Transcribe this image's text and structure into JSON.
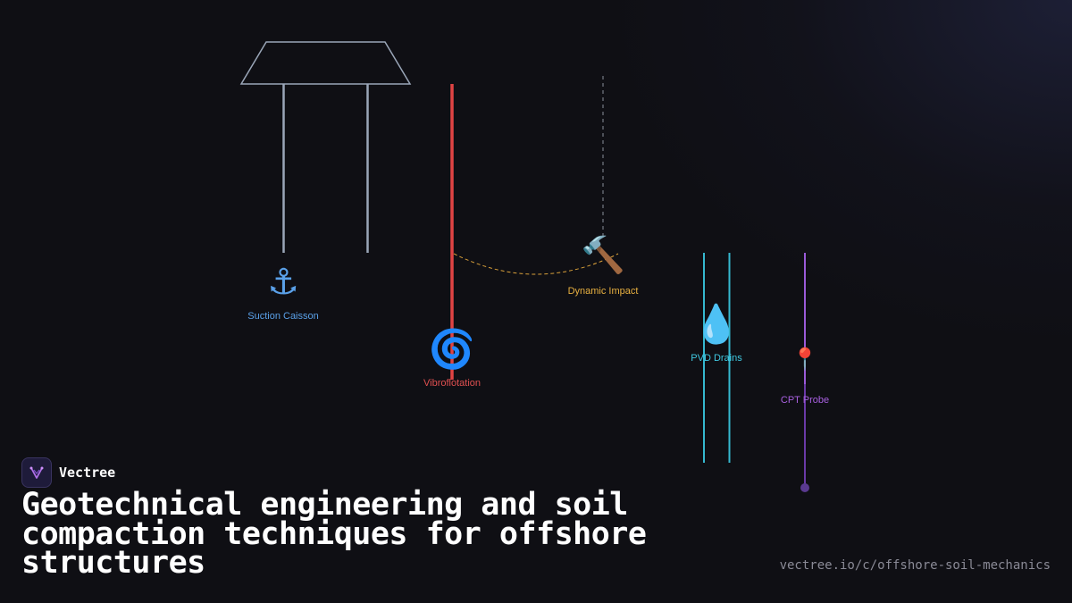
{
  "brand": {
    "name": "Vectree"
  },
  "headline": "Geotechnical engineering and soil compaction techniques for offshore structures",
  "url": "vectree.io/c/offshore-soil-mechanics",
  "colors": {
    "caisson": "#9aa6b8",
    "vibro": "#e04444",
    "impact": "#e8a93a",
    "pvd": "#35c0d8",
    "cpt": "#9a5ad8"
  },
  "techniques": [
    {
      "label": "Suction Caisson",
      "icon": "anchor-icon",
      "glyph": "⚓",
      "color": "#5aa0e8"
    },
    {
      "label": "Vibroflotation",
      "icon": "cyclone-icon",
      "glyph": "🌀",
      "color": "#e05050"
    },
    {
      "label": "Dynamic Impact",
      "icon": "hammer-icon",
      "glyph": "🔨",
      "color": "#e8b040"
    },
    {
      "label": "PVD Drains",
      "icon": "droplet-icon",
      "glyph": "💧",
      "color": "#40c8e0"
    },
    {
      "label": "CPT Probe",
      "icon": "pin-icon",
      "glyph": "📍",
      "color": "#a860e0"
    }
  ]
}
